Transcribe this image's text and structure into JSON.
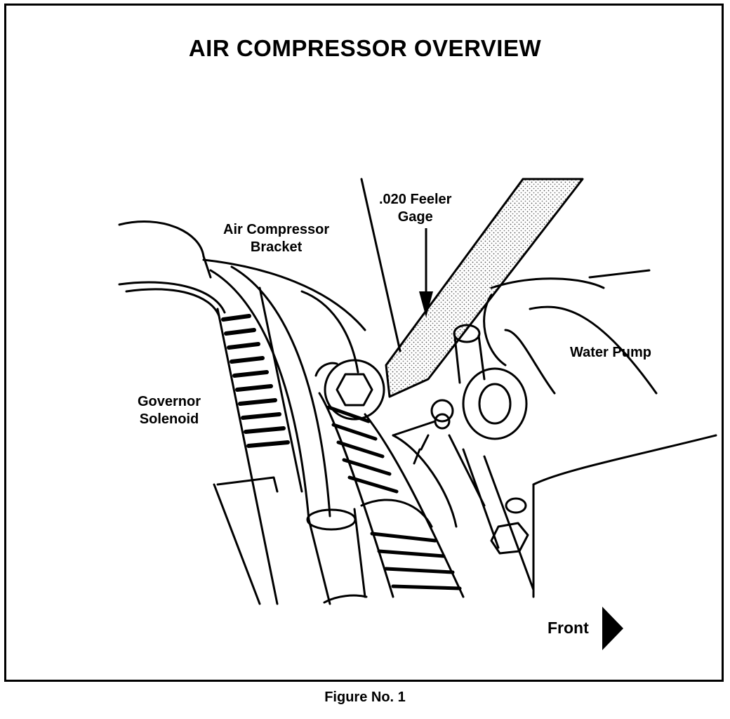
{
  "title": "AIR COMPRESSOR OVERVIEW",
  "labels": {
    "feeler_gage": [
      ".020 Feeler",
      "Gage"
    ],
    "compressor_bracket": [
      "Air Compressor",
      "Bracket"
    ],
    "governor_solenoid": [
      "Governor",
      "Solenoid"
    ],
    "water_pump": "Water Pump",
    "front": "Front"
  },
  "caption": "Figure No. 1"
}
